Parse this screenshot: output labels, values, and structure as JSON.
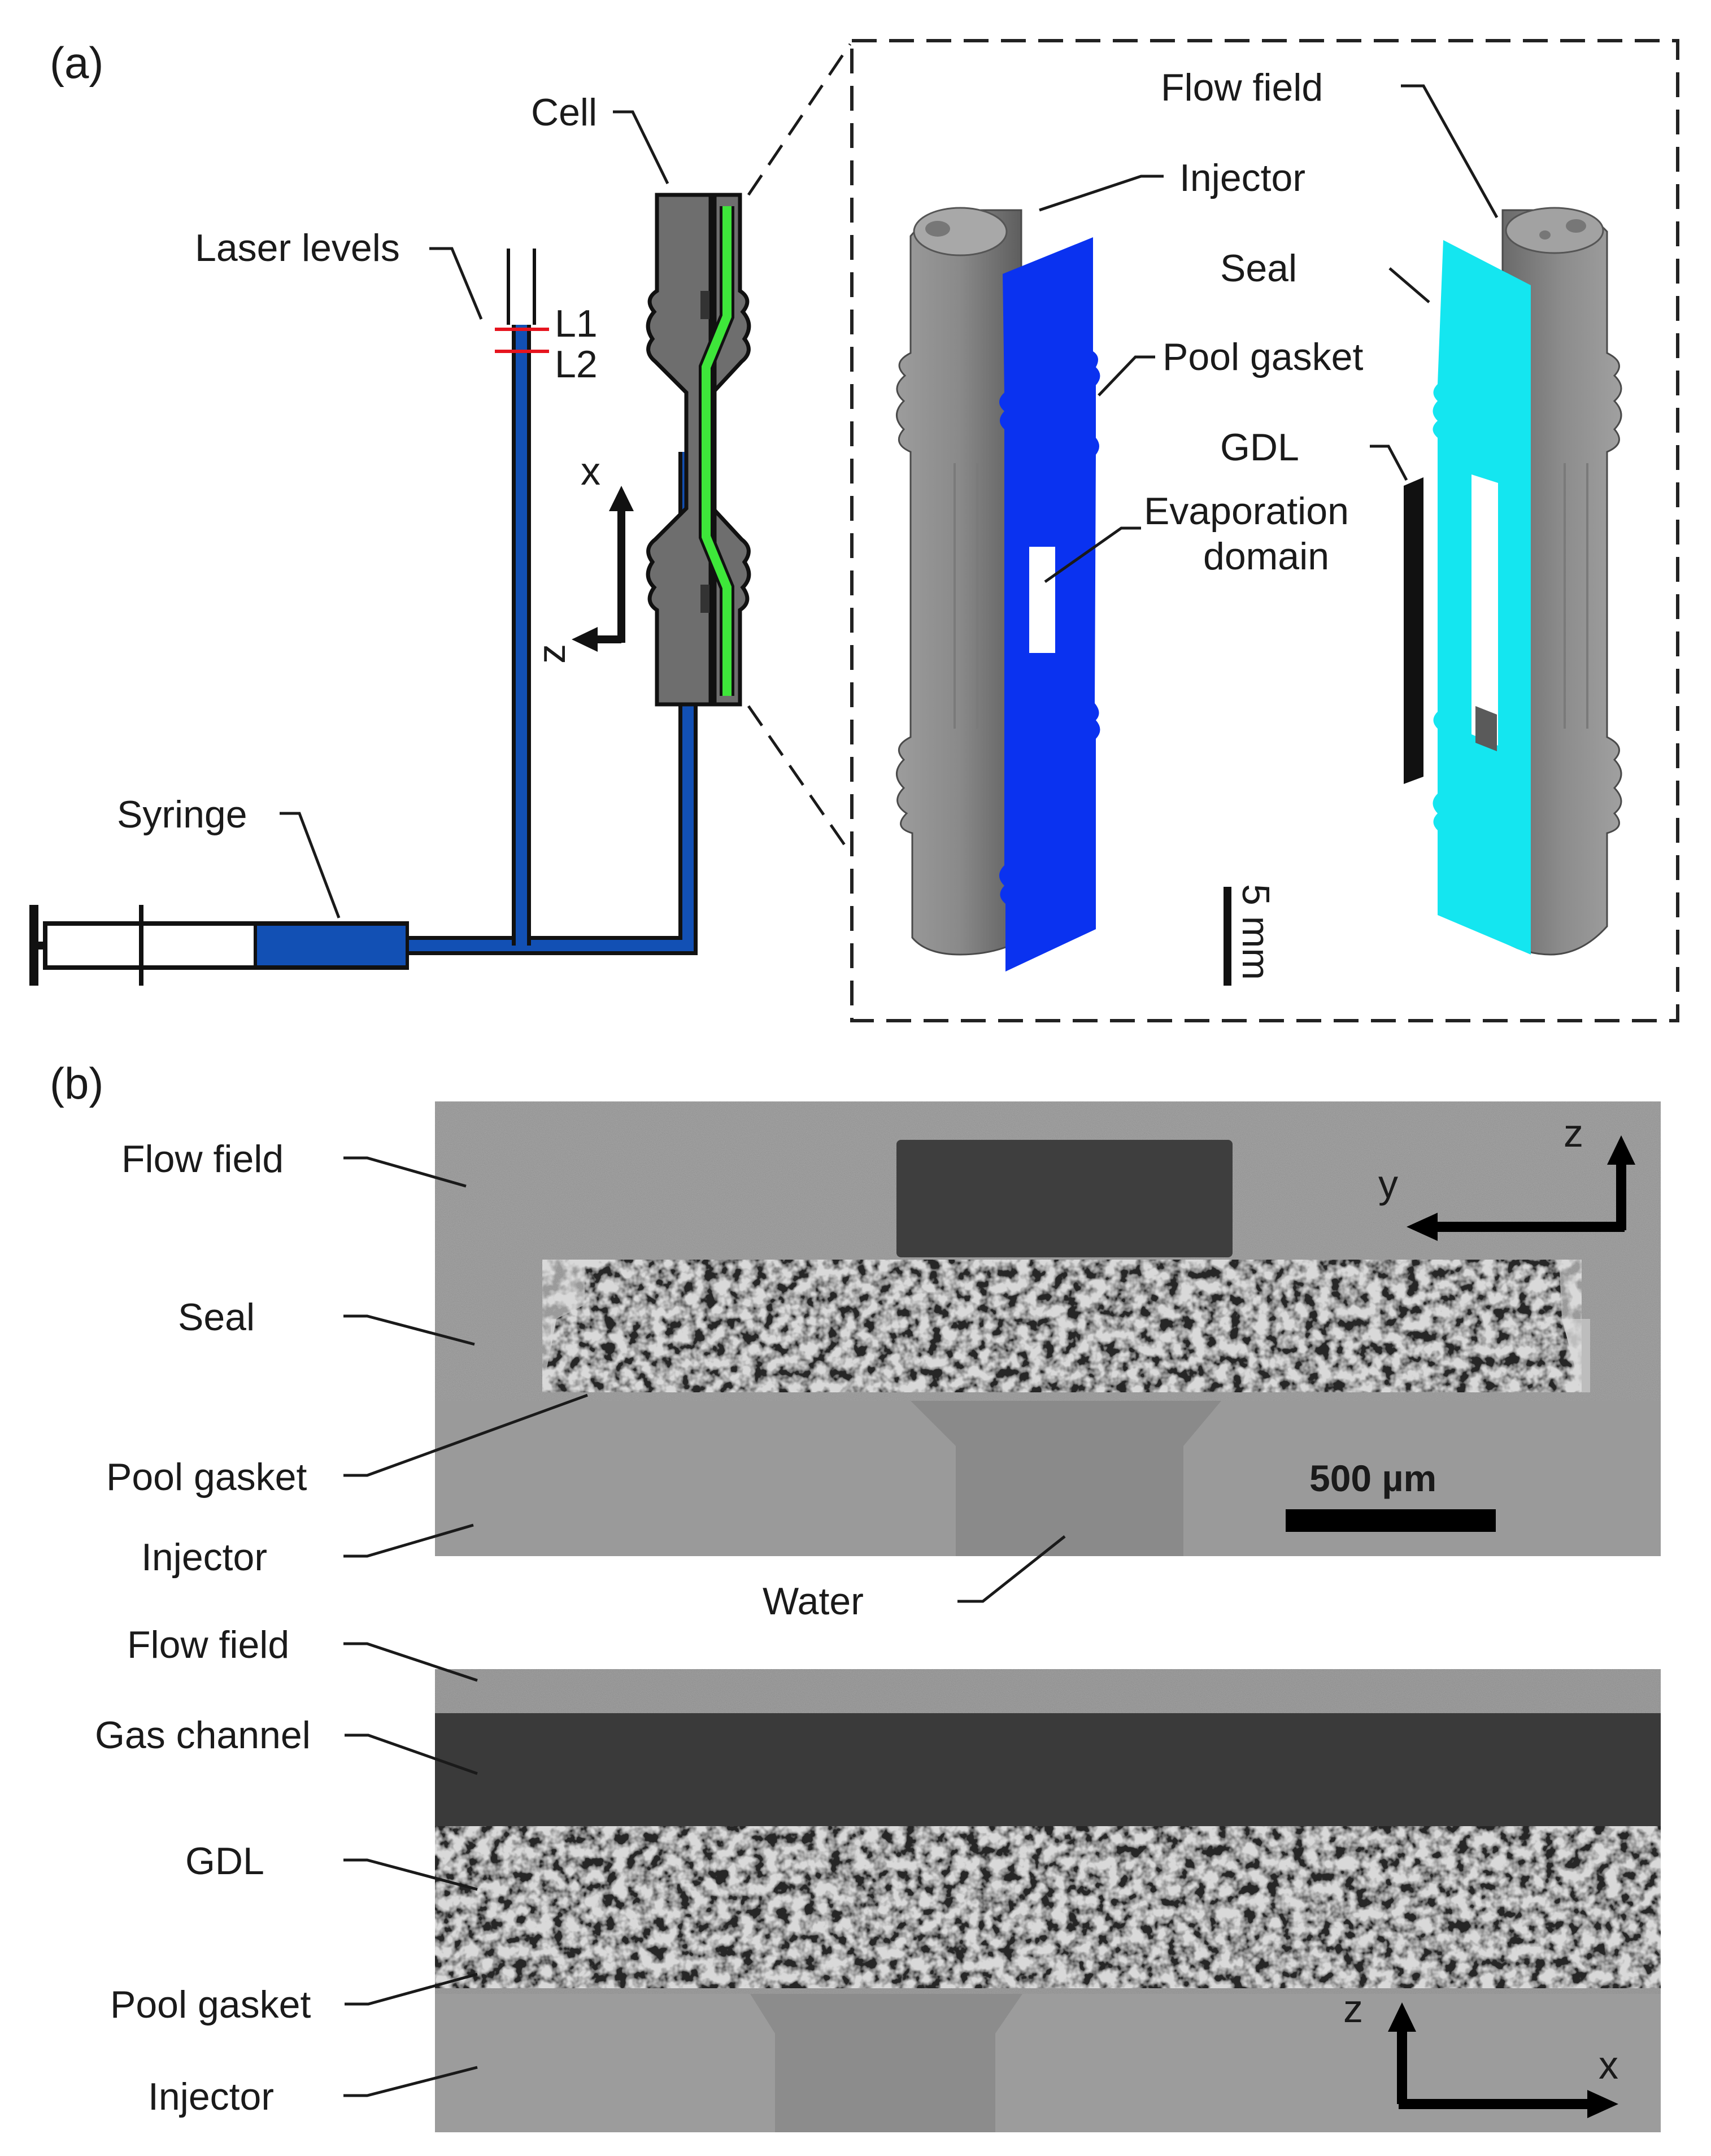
{
  "panel_a": {
    "label": "(a)",
    "cell_label": "Cell",
    "laser_levels_label": "Laser levels",
    "l1": "L1",
    "l2": "L2",
    "syringe_label": "Syringe",
    "axis_x": "x",
    "axis_z": "z",
    "injector_label": "Injector",
    "flow_field_label": "Flow field",
    "seal_label": "Seal",
    "pool_gasket_label": "Pool gasket",
    "gdl_label": "GDL",
    "evaporation_line1": "Evaporation",
    "evaporation_line2": "domain",
    "scale_label": "5 mm"
  },
  "panel_b": {
    "label": "(b)",
    "top_labels": [
      "Flow field",
      "Seal",
      "Pool gasket",
      "Injector"
    ],
    "water_label": "Water",
    "scale_label": "500 µm",
    "top_axis_1": "z",
    "top_axis_2": "y",
    "bottom_labels": [
      "Flow field",
      "Gas channel",
      "GDL",
      "Pool gasket",
      "Injector"
    ],
    "bottom_axis_1": "z",
    "bottom_axis_2": "x"
  },
  "colors": {
    "blue_tube": "#1250b4",
    "green_channel": "#3ee63a",
    "gasket_blue": "#0a32f0",
    "seal_cyan": "#14e6f0",
    "laser_red": "#e6141e",
    "part_gray": "#6e6e6e"
  }
}
